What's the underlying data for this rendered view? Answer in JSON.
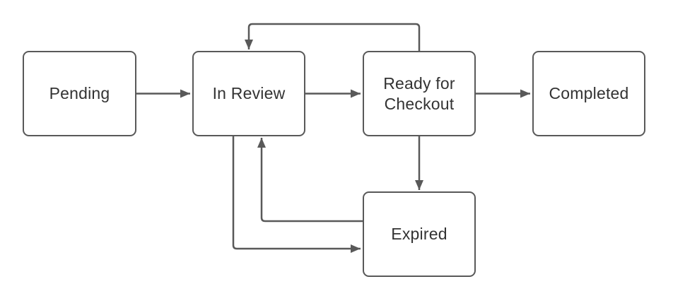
{
  "diagram": {
    "type": "flowchart",
    "nodes": {
      "pending": {
        "label": "Pending"
      },
      "in_review": {
        "label": "In Review"
      },
      "ready_for_checkout": {
        "label": "Ready for Checkout"
      },
      "completed": {
        "label": "Completed"
      },
      "expired": {
        "label": "Expired"
      }
    },
    "edges": [
      {
        "from": "pending",
        "to": "in_review"
      },
      {
        "from": "in_review",
        "to": "ready_for_checkout"
      },
      {
        "from": "ready_for_checkout",
        "to": "completed"
      },
      {
        "from": "ready_for_checkout",
        "to": "in_review"
      },
      {
        "from": "ready_for_checkout",
        "to": "expired"
      },
      {
        "from": "in_review",
        "to": "expired"
      },
      {
        "from": "expired",
        "to": "in_review"
      }
    ],
    "colors": {
      "node_border": "#595959",
      "connector": "#595959",
      "text": "#333333",
      "background": "#ffffff",
      "node_fill": "#ffffff"
    }
  }
}
